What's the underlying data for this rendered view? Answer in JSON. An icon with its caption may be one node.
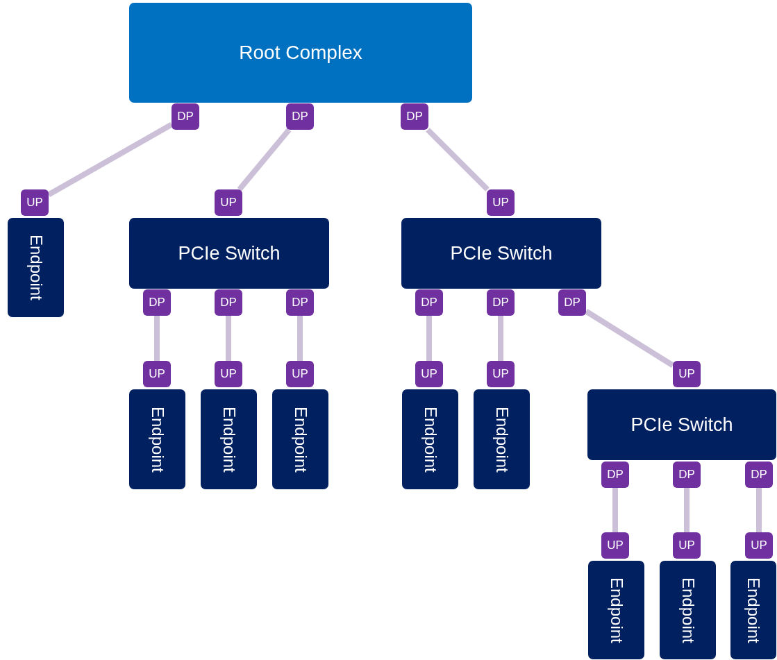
{
  "diagram": {
    "nodes": [
      {
        "text": [
          "Root Complex"
        ]
      },
      {
        "text": [
          "DP"
        ]
      },
      {
        "text": [
          "DP"
        ]
      },
      {
        "text": [
          "DP"
        ]
      },
      {
        "text": [
          "UP"
        ]
      },
      {
        "text": [
          "UP"
        ]
      },
      {
        "text": [
          "UP"
        ]
      },
      {
        "text": [
          "Endpoint"
        ]
      },
      {
        "text": [
          "PCIe Switch"
        ]
      },
      {
        "text": [
          "PCIe Switch"
        ]
      },
      {
        "text": [
          "DP"
        ]
      },
      {
        "text": [
          "DP"
        ]
      },
      {
        "text": [
          "DP"
        ]
      },
      {
        "text": [
          "DP"
        ]
      },
      {
        "text": [
          "DP"
        ]
      },
      {
        "text": [
          "DP"
        ]
      },
      {
        "text": [
          "UP"
        ]
      },
      {
        "text": [
          "UP"
        ]
      },
      {
        "text": [
          "UP"
        ]
      },
      {
        "text": [
          "UP"
        ]
      },
      {
        "text": [
          "UP"
        ]
      },
      {
        "text": [
          "UP"
        ]
      },
      {
        "text": [
          "Endpoint"
        ]
      },
      {
        "text": [
          "Endpoint"
        ]
      },
      {
        "text": [
          "Endpoint"
        ]
      },
      {
        "text": [
          "Endpoint"
        ]
      },
      {
        "text": [
          "Endpoint"
        ]
      },
      {
        "text": [
          "PCIe Switch"
        ]
      },
      {
        "text": [
          "DP"
        ]
      },
      {
        "text": [
          "DP"
        ]
      },
      {
        "text": [
          "DP"
        ]
      },
      {
        "text": [
          "UP"
        ]
      },
      {
        "text": [
          "UP"
        ]
      },
      {
        "text": [
          "UP"
        ]
      },
      {
        "text": [
          "Endpoint"
        ]
      },
      {
        "text": [
          "Endpoint"
        ]
      },
      {
        "text": [
          "Endpoint"
        ]
      }
    ],
    "edges": [
      {
        "from": 1,
        "to": 4,
        "arrow": "none"
      },
      {
        "from": 2,
        "to": 5,
        "arrow": "none"
      },
      {
        "from": 3,
        "to": 6,
        "arrow": "none"
      },
      {
        "from": 10,
        "to": 16,
        "arrow": "none"
      },
      {
        "from": 11,
        "to": 17,
        "arrow": "none"
      },
      {
        "from": 12,
        "to": 18,
        "arrow": "none"
      },
      {
        "from": 13,
        "to": 19,
        "arrow": "none"
      },
      {
        "from": 14,
        "to": 20,
        "arrow": "none"
      },
      {
        "from": 15,
        "to": 21,
        "arrow": "none"
      },
      {
        "from": 28,
        "to": 31,
        "arrow": "none"
      },
      {
        "from": 29,
        "to": 32,
        "arrow": "none"
      },
      {
        "from": 30,
        "to": 33,
        "arrow": "none"
      }
    ]
  }
}
